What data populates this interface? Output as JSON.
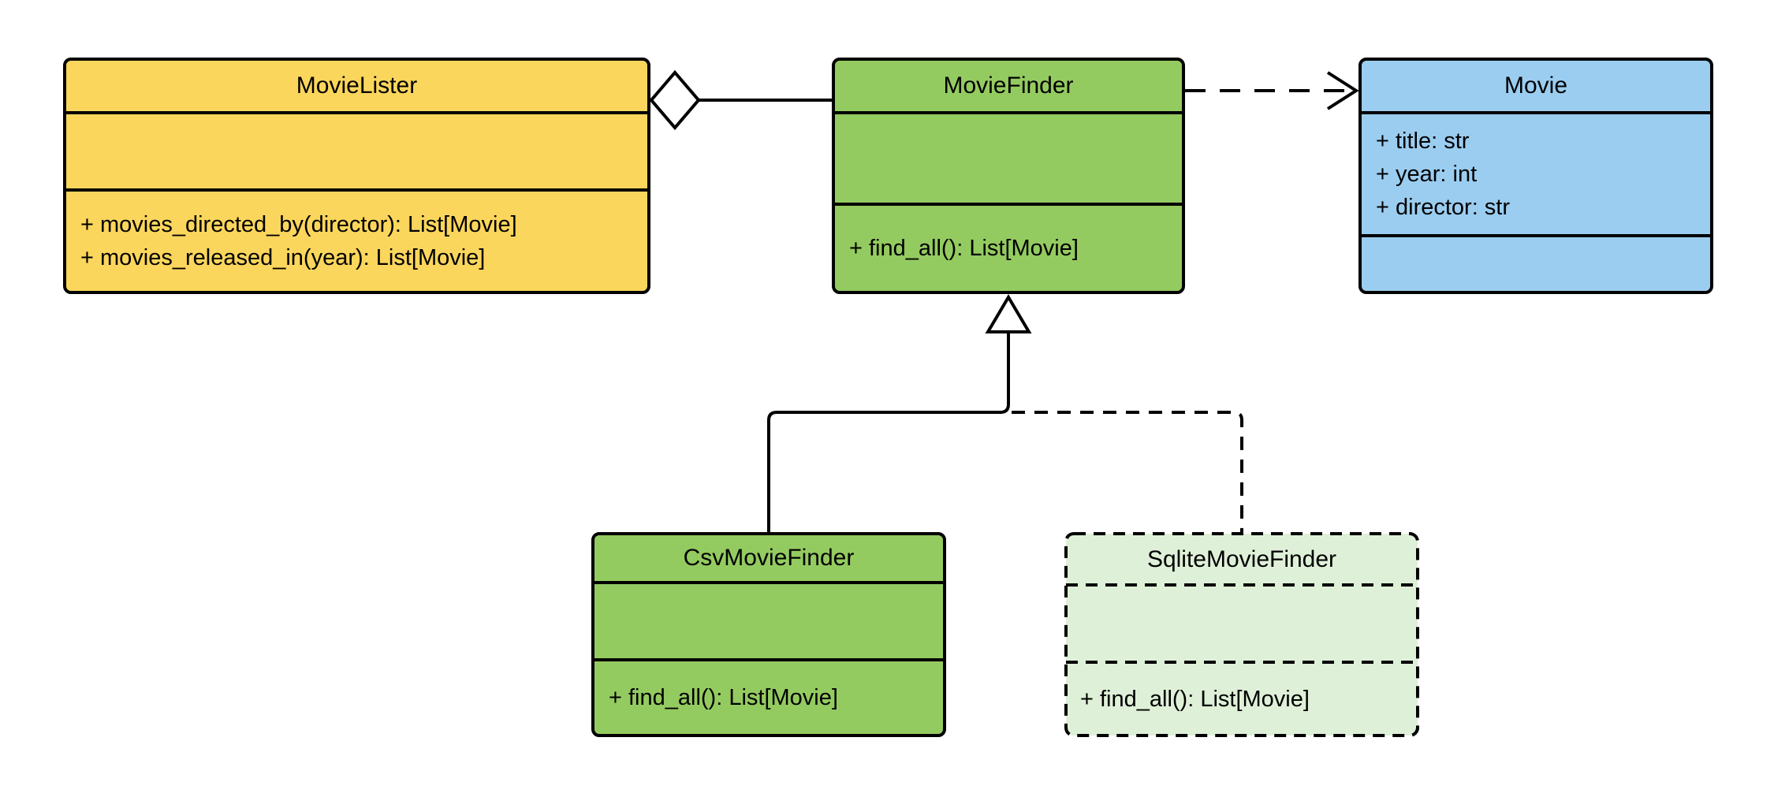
{
  "diagram": {
    "type": "uml-class-diagram",
    "background": "#FFFFFF",
    "stroke_color": "#000000",
    "classes": [
      {
        "name": "MovieLister",
        "fill": "#FBD65C",
        "border_style": "solid",
        "attributes": [],
        "methods": [
          "+ movies_directed_by(director): List[Movie]",
          "+ movies_released_in(year): List[Movie]"
        ]
      },
      {
        "name": "MovieFinder",
        "fill": "#94CB60",
        "border_style": "solid",
        "attributes": [],
        "methods": [
          "+ find_all(): List[Movie]"
        ]
      },
      {
        "name": "Movie",
        "fill": "#9BCDF0",
        "border_style": "solid",
        "attributes": [
          "+ title: str",
          "+ year: int",
          "+ director: str"
        ],
        "methods": []
      },
      {
        "name": "CsvMovieFinder",
        "fill": "#94CB60",
        "border_style": "solid",
        "attributes": [],
        "methods": [
          "+ find_all(): List[Movie]"
        ]
      },
      {
        "name": "SqliteMovieFinder",
        "fill": "#DFF0D8",
        "border_style": "dashed",
        "attributes": [],
        "methods": [
          "+ find_all(): List[Movie]"
        ]
      }
    ],
    "relationships": [
      {
        "type": "aggregation",
        "from": "MovieLister",
        "to": "MovieFinder",
        "line": "solid",
        "marker": "hollow-diamond"
      },
      {
        "type": "dependency",
        "from": "MovieFinder",
        "to": "Movie",
        "line": "dashed",
        "marker": "open-arrow"
      },
      {
        "type": "generalization",
        "from": "CsvMovieFinder",
        "to": "MovieFinder",
        "line": "solid",
        "marker": "hollow-triangle"
      },
      {
        "type": "generalization",
        "from": "SqliteMovieFinder",
        "to": "MovieFinder",
        "line": "dashed",
        "marker": "hollow-triangle"
      }
    ]
  }
}
